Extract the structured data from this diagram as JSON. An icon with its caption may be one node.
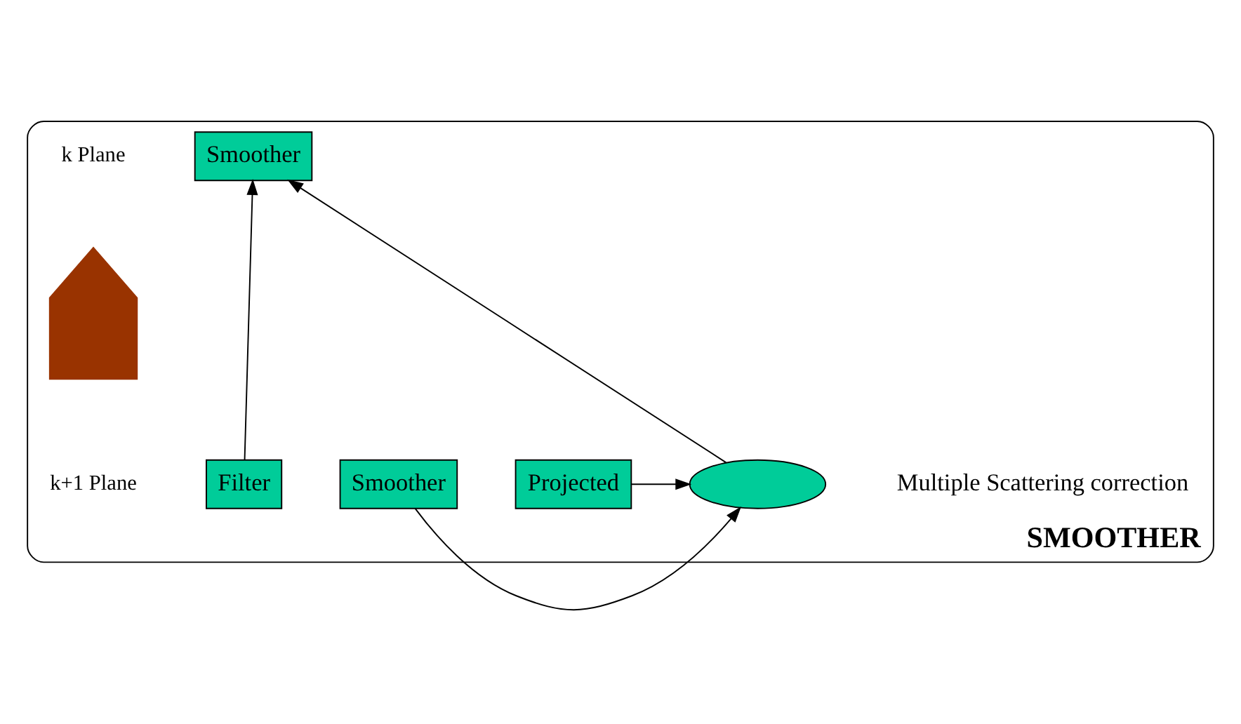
{
  "diagram": {
    "nodes": [
      {
        "text": [
          "SMOOTHER"
        ]
      },
      {
        "text": [
          "Smoother"
        ],
        "in": 0
      },
      {
        "text": [
          "Filter"
        ],
        "in": 0
      },
      {
        "text": [],
        "shape": "ellipse",
        "in": 0,
        "beside": [
          "Multiple Scattering correction"
        ]
      },
      {
        "text": [
          "Smoother"
        ],
        "in": 0
      },
      {
        "text": [
          "Projected"
        ],
        "in": 0
      },
      {
        "text": [],
        "shape": "arrow",
        "in": 0
      }
    ],
    "edges": [
      {
        "from": 2,
        "to": 1,
        "arrow": "to"
      },
      {
        "from": 3,
        "to": 1,
        "arrow": "to"
      },
      {
        "from": 4,
        "to": 3,
        "arrow": "to"
      },
      {
        "from": 5,
        "to": 3,
        "arrow": "to"
      }
    ],
    "labels": [
      "k Plane",
      "k+1 Plane"
    ]
  }
}
